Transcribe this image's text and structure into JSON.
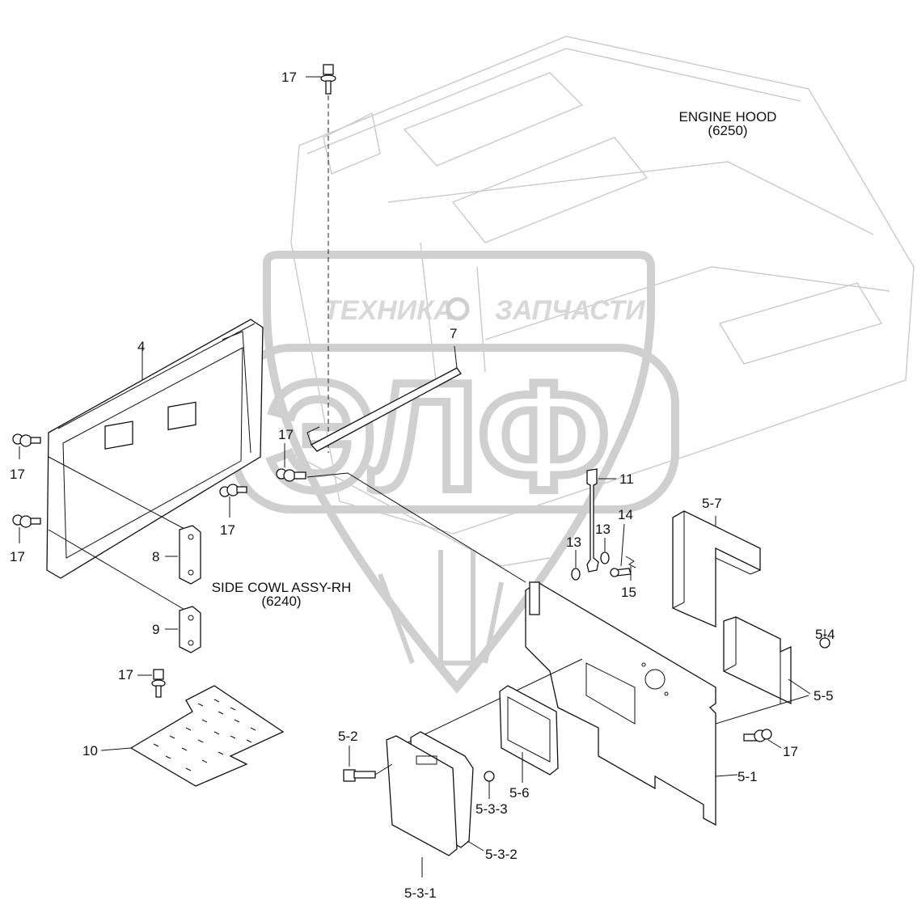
{
  "callouts": {
    "c17_top": "17",
    "c7": "7",
    "c4": "4",
    "c17_left_a": "17",
    "c17_left_b": "17",
    "c17_mid": "17",
    "c17_mid2": "17",
    "c11": "11",
    "c5_7": "5-7",
    "c14": "14",
    "c13_a": "13",
    "c13_b": "13",
    "c15": "15",
    "c8": "8",
    "c9": "9",
    "c17_floor": "17",
    "c10": "10",
    "c5_4": "5-4",
    "c5_5": "5-5",
    "c5_2": "5-2",
    "c17_right": "17",
    "c5_1": "5-1",
    "c5_6": "5-6",
    "c5_3_3": "5-3-3",
    "c5_3_2": "5-3-2",
    "c5_3_1": "5-3-1"
  },
  "notes": {
    "engine_hood_line1": "ENGINE HOOD",
    "engine_hood_line2": "(6250)",
    "side_cowl_line1": "SIDE COWL ASSY-RH",
    "side_cowl_line2": "(6240)"
  },
  "watermark": {
    "left_word": "ТЕХНИКА",
    "right_word": "ЗАПЧАСТИ",
    "logo": "ЭЛФ"
  },
  "colors": {
    "line": "#111111",
    "ghost": "#c9c9c9",
    "watermark": "#cfcfcf"
  }
}
